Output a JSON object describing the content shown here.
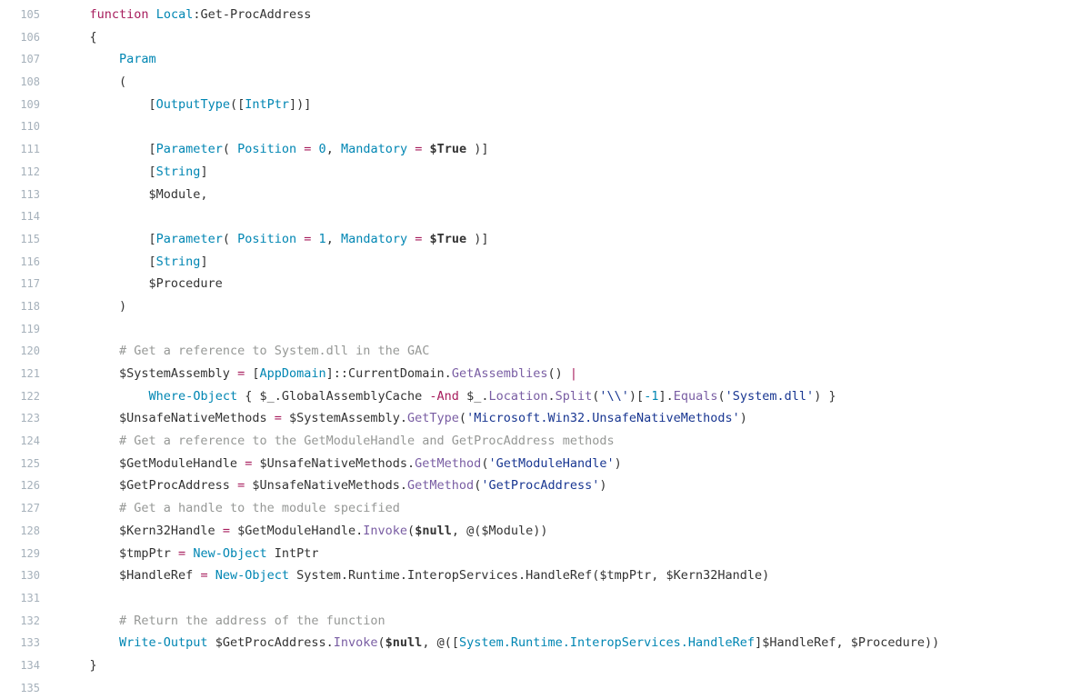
{
  "code": {
    "language": "powershell",
    "colors": {
      "background": "#ffffff",
      "plain": "#333333",
      "keyword": "#a71d5d",
      "builtin": "#0086b3",
      "number": "#0086b3",
      "string": "#183691",
      "comment": "#969896",
      "method": "#795da3",
      "constant_bold": "#333333",
      "line_number": "#a6b1bb"
    },
    "lines": [
      {
        "n": 105,
        "tokens": [
          [
            "p",
            "    "
          ],
          [
            "k",
            "function"
          ],
          [
            "p",
            " "
          ],
          [
            "b",
            "Local"
          ],
          [
            "p",
            ":Get-ProcAddress"
          ]
        ]
      },
      {
        "n": 106,
        "tokens": [
          [
            "p",
            "    {"
          ]
        ]
      },
      {
        "n": 107,
        "tokens": [
          [
            "p",
            "        "
          ],
          [
            "b",
            "Param"
          ]
        ]
      },
      {
        "n": 108,
        "tokens": [
          [
            "p",
            "        ("
          ]
        ]
      },
      {
        "n": 109,
        "tokens": [
          [
            "p",
            "            ["
          ],
          [
            "b",
            "OutputType"
          ],
          [
            "p",
            "(["
          ],
          [
            "b",
            "IntPtr"
          ],
          [
            "p",
            "])]"
          ]
        ]
      },
      {
        "n": 110,
        "tokens": []
      },
      {
        "n": 111,
        "tokens": [
          [
            "p",
            "            ["
          ],
          [
            "b",
            "Parameter"
          ],
          [
            "p",
            "( "
          ],
          [
            "b",
            "Position"
          ],
          [
            "p",
            " "
          ],
          [
            "k",
            "="
          ],
          [
            "p",
            " "
          ],
          [
            "n",
            "0"
          ],
          [
            "p",
            ", "
          ],
          [
            "b",
            "Mandatory"
          ],
          [
            "p",
            " "
          ],
          [
            "k",
            "="
          ],
          [
            "p",
            " "
          ],
          [
            "v",
            "$True"
          ],
          [
            "p",
            " )]"
          ]
        ]
      },
      {
        "n": 112,
        "tokens": [
          [
            "p",
            "            ["
          ],
          [
            "b",
            "String"
          ],
          [
            "p",
            "]"
          ]
        ]
      },
      {
        "n": 113,
        "tokens": [
          [
            "p",
            "            $Module,"
          ]
        ]
      },
      {
        "n": 114,
        "tokens": []
      },
      {
        "n": 115,
        "tokens": [
          [
            "p",
            "            ["
          ],
          [
            "b",
            "Parameter"
          ],
          [
            "p",
            "( "
          ],
          [
            "b",
            "Position"
          ],
          [
            "p",
            " "
          ],
          [
            "k",
            "="
          ],
          [
            "p",
            " "
          ],
          [
            "n",
            "1"
          ],
          [
            "p",
            ", "
          ],
          [
            "b",
            "Mandatory"
          ],
          [
            "p",
            " "
          ],
          [
            "k",
            "="
          ],
          [
            "p",
            " "
          ],
          [
            "v",
            "$True"
          ],
          [
            "p",
            " )]"
          ]
        ]
      },
      {
        "n": 116,
        "tokens": [
          [
            "p",
            "            ["
          ],
          [
            "b",
            "String"
          ],
          [
            "p",
            "]"
          ]
        ]
      },
      {
        "n": 117,
        "tokens": [
          [
            "p",
            "            $Procedure"
          ]
        ]
      },
      {
        "n": 118,
        "tokens": [
          [
            "p",
            "        )"
          ]
        ]
      },
      {
        "n": 119,
        "tokens": []
      },
      {
        "n": 120,
        "tokens": [
          [
            "p",
            "        "
          ],
          [
            "c",
            "# Get a reference to System.dll in the GAC"
          ]
        ]
      },
      {
        "n": 121,
        "tokens": [
          [
            "p",
            "        $SystemAssembly "
          ],
          [
            "k",
            "="
          ],
          [
            "p",
            " ["
          ],
          [
            "b",
            "AppDomain"
          ],
          [
            "p",
            "]::CurrentDomain."
          ],
          [
            "m",
            "GetAssemblies"
          ],
          [
            "p",
            "() "
          ],
          [
            "k",
            "|"
          ]
        ]
      },
      {
        "n": 122,
        "tokens": [
          [
            "p",
            "            "
          ],
          [
            "b",
            "Where-Object"
          ],
          [
            "p",
            " { $_.GlobalAssemblyCache "
          ],
          [
            "k",
            "-And"
          ],
          [
            "p",
            " $_."
          ],
          [
            "m",
            "Location"
          ],
          [
            "p",
            "."
          ],
          [
            "m",
            "Split"
          ],
          [
            "p",
            "("
          ],
          [
            "s",
            "'\\\\'"
          ],
          [
            "p",
            ")["
          ],
          [
            "n",
            "-1"
          ],
          [
            "p",
            "]."
          ],
          [
            "m",
            "Equals"
          ],
          [
            "p",
            "("
          ],
          [
            "s",
            "'System.dll'"
          ],
          [
            "p",
            ") }"
          ]
        ]
      },
      {
        "n": 123,
        "tokens": [
          [
            "p",
            "        $UnsafeNativeMethods "
          ],
          [
            "k",
            "="
          ],
          [
            "p",
            " $SystemAssembly."
          ],
          [
            "m",
            "GetType"
          ],
          [
            "p",
            "("
          ],
          [
            "s",
            "'Microsoft.Win32.UnsafeNativeMethods'"
          ],
          [
            "p",
            ")"
          ]
        ]
      },
      {
        "n": 124,
        "tokens": [
          [
            "p",
            "        "
          ],
          [
            "c",
            "# Get a reference to the GetModuleHandle and GetProcAddress methods"
          ]
        ]
      },
      {
        "n": 125,
        "tokens": [
          [
            "p",
            "        $GetModuleHandle "
          ],
          [
            "k",
            "="
          ],
          [
            "p",
            " $UnsafeNativeMethods."
          ],
          [
            "m",
            "GetMethod"
          ],
          [
            "p",
            "("
          ],
          [
            "s",
            "'GetModuleHandle'"
          ],
          [
            "p",
            ")"
          ]
        ]
      },
      {
        "n": 126,
        "tokens": [
          [
            "p",
            "        $GetProcAddress "
          ],
          [
            "k",
            "="
          ],
          [
            "p",
            " $UnsafeNativeMethods."
          ],
          [
            "m",
            "GetMethod"
          ],
          [
            "p",
            "("
          ],
          [
            "s",
            "'GetProcAddress'"
          ],
          [
            "p",
            ")"
          ]
        ]
      },
      {
        "n": 127,
        "tokens": [
          [
            "p",
            "        "
          ],
          [
            "c",
            "# Get a handle to the module specified"
          ]
        ]
      },
      {
        "n": 128,
        "tokens": [
          [
            "p",
            "        $Kern32Handle "
          ],
          [
            "k",
            "="
          ],
          [
            "p",
            " $GetModuleHandle."
          ],
          [
            "m",
            "Invoke"
          ],
          [
            "p",
            "("
          ],
          [
            "v",
            "$null"
          ],
          [
            "p",
            ", @($Module))"
          ]
        ]
      },
      {
        "n": 129,
        "tokens": [
          [
            "p",
            "        $tmpPtr "
          ],
          [
            "k",
            "="
          ],
          [
            "p",
            " "
          ],
          [
            "b",
            "New-Object"
          ],
          [
            "p",
            " IntPtr"
          ]
        ]
      },
      {
        "n": 130,
        "tokens": [
          [
            "p",
            "        $HandleRef "
          ],
          [
            "k",
            "="
          ],
          [
            "p",
            " "
          ],
          [
            "b",
            "New-Object"
          ],
          [
            "p",
            " System.Runtime.InteropServices.HandleRef($tmpPtr, $Kern32Handle)"
          ]
        ]
      },
      {
        "n": 131,
        "tokens": []
      },
      {
        "n": 132,
        "tokens": [
          [
            "p",
            "        "
          ],
          [
            "c",
            "# Return the address of the function"
          ]
        ]
      },
      {
        "n": 133,
        "tokens": [
          [
            "p",
            "        "
          ],
          [
            "b",
            "Write-Output"
          ],
          [
            "p",
            " $GetProcAddress."
          ],
          [
            "m",
            "Invoke"
          ],
          [
            "p",
            "("
          ],
          [
            "v",
            "$null"
          ],
          [
            "p",
            ", @(["
          ],
          [
            "b",
            "System.Runtime.InteropServices.HandleRef"
          ],
          [
            "p",
            "]$HandleRef, $Procedure))"
          ]
        ]
      },
      {
        "n": 134,
        "tokens": [
          [
            "p",
            "    }"
          ]
        ]
      },
      {
        "n": 135,
        "tokens": []
      }
    ]
  }
}
